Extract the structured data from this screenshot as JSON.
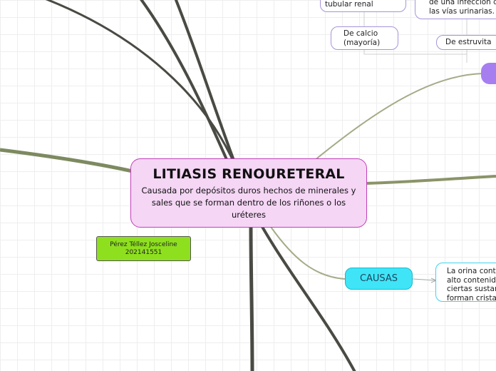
{
  "central": {
    "title": "LITIASIS RENOURETERAL",
    "description": "Causada por depósitos duros hechos de minerales y sales que se forman dentro de los riñones o los uréteres"
  },
  "author": {
    "name": "Pérez Téllez Josceline",
    "id": "202141551"
  },
  "causas": {
    "label": "CAUSAS",
    "description": [
      "La orina conti",
      "alto contenido",
      "ciertas sustan",
      "forman cristal"
    ]
  },
  "types": {
    "tubular": "tubular renal",
    "calcio": [
      "De calcio",
      "(mayoría)"
    ],
    "infeccion": [
      "de una infección de",
      "las vías urinarias."
    ],
    "estruvita": "De estruvita"
  },
  "colors": {
    "central_fill": "#f5d6f5",
    "central_border": "#c040b8",
    "author_fill": "#8ee01e",
    "causas_fill": "#3fe5f7",
    "purple_node": "#a67ef0",
    "dark_branch": "#4a4a44",
    "olive_branch": "#8a9468"
  }
}
